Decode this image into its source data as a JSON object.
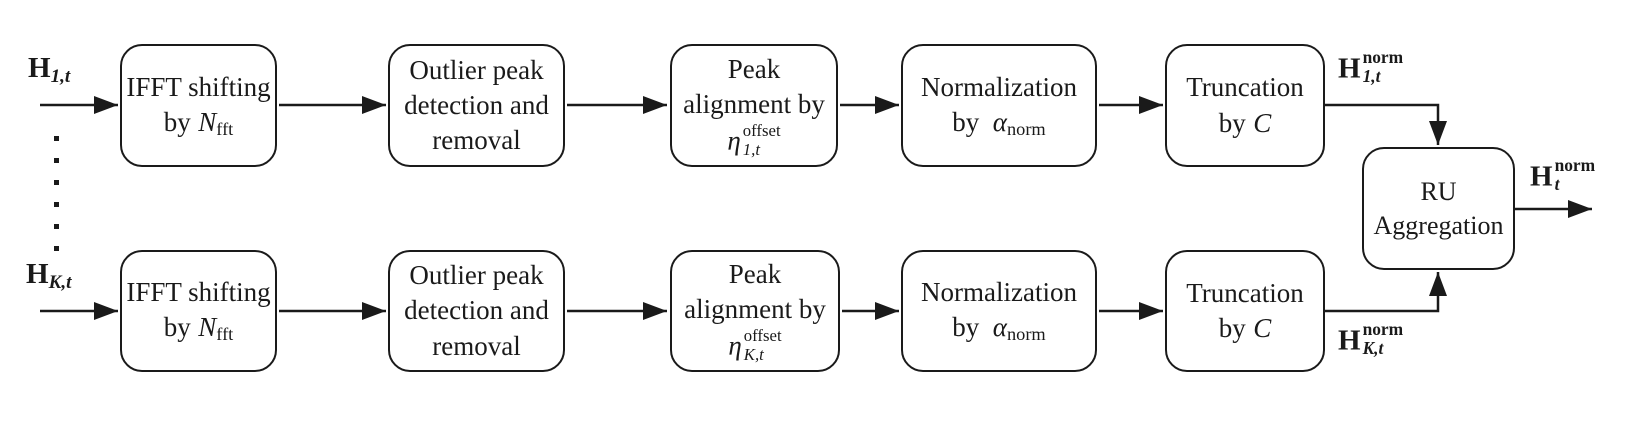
{
  "colors": {
    "stroke": "#1a1a1a",
    "text": "#1a1a1a",
    "background": "#ffffff"
  },
  "boxes": {
    "ifft": {
      "line1": "IFFT shifting",
      "by": "by",
      "var": "N",
      "var_sub": "fft"
    },
    "outlier": {
      "line1": "Outlier peak",
      "line2": "detection and",
      "line3": "removal"
    },
    "peak_top": {
      "line1": "Peak",
      "line2": "alignment by",
      "var": "η",
      "var_sup": "offset",
      "var_sub": "1,t"
    },
    "peak_bottom": {
      "line1": "Peak",
      "line2": "alignment by",
      "var": "η",
      "var_sup": "offset",
      "var_sub": "K,t"
    },
    "normalization": {
      "line1": "Normalization",
      "by": "by",
      "var": "α",
      "var_sub": "norm"
    },
    "truncation": {
      "line1": "Truncation",
      "by": "by",
      "var": "C"
    },
    "ru": {
      "line1": "RU",
      "line2": "Aggregation"
    }
  },
  "labels": {
    "h_in_top": {
      "base": "H",
      "sub": "1,t"
    },
    "h_in_bottom": {
      "base": "H",
      "sub": "K,t"
    },
    "h_out_top": {
      "base": "H",
      "sup": "norm",
      "sub": "1,t"
    },
    "h_out_bottom": {
      "base": "H",
      "sup": "norm",
      "sub": "K,t"
    },
    "h_final": {
      "base": "H",
      "sup": "norm",
      "sub": "t"
    }
  }
}
